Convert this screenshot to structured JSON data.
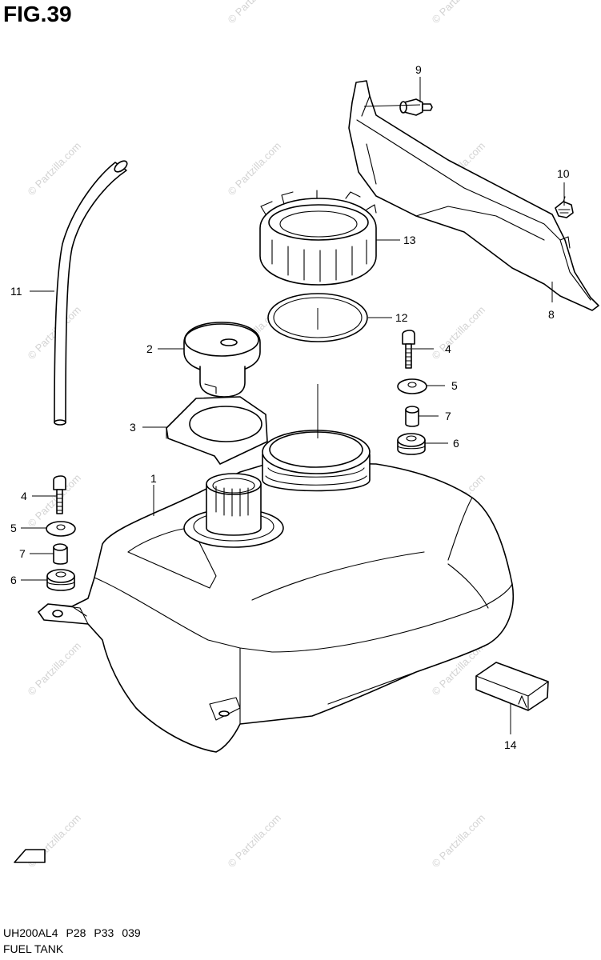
{
  "figure": {
    "title": "FIG.39",
    "caption": "FUEL TANK",
    "codes": [
      "UH200AL4",
      "P28",
      "P33",
      "039"
    ]
  },
  "watermark": "© Partzilla.com",
  "fwd_label": "FWD",
  "callouts": {
    "c1": "1",
    "c2": "2",
    "c3": "3",
    "c4a": "4",
    "c4b": "4",
    "c5a": "5",
    "c5b": "5",
    "c6a": "6",
    "c6b": "6",
    "c7a": "7",
    "c7b": "7",
    "c8": "8",
    "c9": "9",
    "c10": "10",
    "c11": "11",
    "c12": "12",
    "c13": "13",
    "c14": "14"
  }
}
